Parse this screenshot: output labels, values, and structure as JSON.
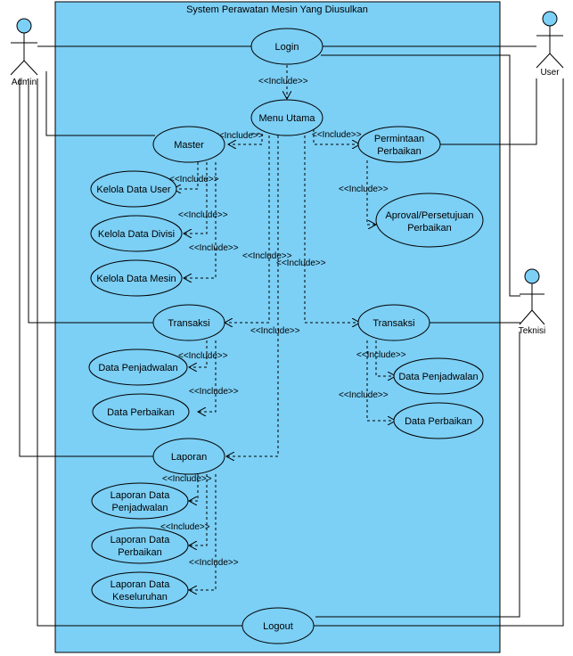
{
  "system": {
    "title": "System Perawatan Mesin Yang Diusulkan"
  },
  "actors": {
    "admin": "Admin",
    "user": "User",
    "teknisi": "Teknisi"
  },
  "use_cases": {
    "login": "Login",
    "menu_utama": "Menu Utama",
    "master": "Master",
    "kelola_user": "Kelola Data User",
    "kelola_divisi": "Kelola Data Divisi",
    "kelola_mesin": "Kelola Data Mesin",
    "permintaan_l1": "Permintaan",
    "permintaan_l2": "Perbaikan",
    "aproval_l1": "Aproval/Persetujuan",
    "aproval_l2": "Perbaikan",
    "transaksi_admin": "Transaksi",
    "data_penjadwalan_admin": "Data Penjadwalan",
    "data_perbaikan_admin": "Data Perbaikan",
    "transaksi_teknisi": "Transaksi",
    "data_penjadwalan_teknisi": "Data Penjadwalan",
    "data_perbaikan_teknisi": "Data Perbaikan",
    "laporan": "Laporan",
    "lap_penjadwalan_l1": "Laporan Data",
    "lap_penjadwalan_l2": "Penjadwalan",
    "lap_perbaikan_l1": "Laporan Data",
    "lap_perbaikan_l2": "Perbaikan",
    "lap_keseluruhan_l1": "Laporan Data",
    "lap_keseluruhan_l2": "Keseluruhan",
    "logout": "Logout"
  },
  "include_label": "<<Include>>",
  "colors": {
    "system_fill": "#7ccff5",
    "actor_head": "#7ccff5",
    "use_case_fill": "#7ccff5",
    "line": "#000000"
  }
}
